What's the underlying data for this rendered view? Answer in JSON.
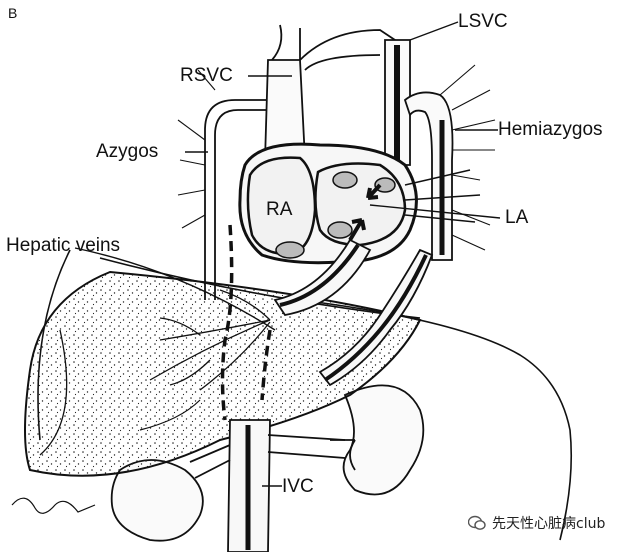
{
  "panel_letter": "B",
  "labels": {
    "lsvc": "LSVC",
    "rsvc": "RSVC",
    "hemiazygos": "Hemiazygos",
    "azygos": "Azygos",
    "ra": "RA",
    "la": "LA",
    "hepatic_veins": "Hepatic veins",
    "ivc": "IVC"
  },
  "watermark": {
    "text": "先天性心脏病club",
    "icon": "wechat-icon"
  },
  "colors": {
    "ink": "#111111",
    "paper": "#ffffff",
    "chamber": "#f2f2f2"
  }
}
